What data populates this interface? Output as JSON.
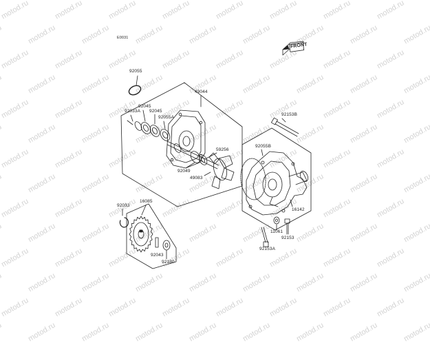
{
  "diagram_code": "E0031",
  "front_label": "FRONT",
  "watermark": "motod.ru",
  "parts": [
    {
      "id": "p92055",
      "label": "92055"
    },
    {
      "id": "p49044",
      "label": "49044"
    },
    {
      "id": "p92045a",
      "label": "92045"
    },
    {
      "id": "p92033a",
      "label": "92033A"
    },
    {
      "id": "p92045b",
      "label": "92045"
    },
    {
      "id": "p92055a",
      "label": "92055A"
    },
    {
      "id": "p59256",
      "label": "59256"
    },
    {
      "id": "p92049",
      "label": "92049"
    },
    {
      "id": "p49083",
      "label": "49083"
    },
    {
      "id": "p92153b",
      "label": "92153B"
    },
    {
      "id": "p92055b",
      "label": "92055B"
    },
    {
      "id": "p16142",
      "label": "16142"
    },
    {
      "id": "p16085",
      "label": "16085"
    },
    {
      "id": "p92033",
      "label": "92033"
    },
    {
      "id": "p92043",
      "label": "92043"
    },
    {
      "id": "p92180",
      "label": "92180"
    },
    {
      "id": "p11061",
      "label": "11061"
    },
    {
      "id": "p92153",
      "label": "92153"
    },
    {
      "id": "p92153a",
      "label": "92153A"
    }
  ]
}
